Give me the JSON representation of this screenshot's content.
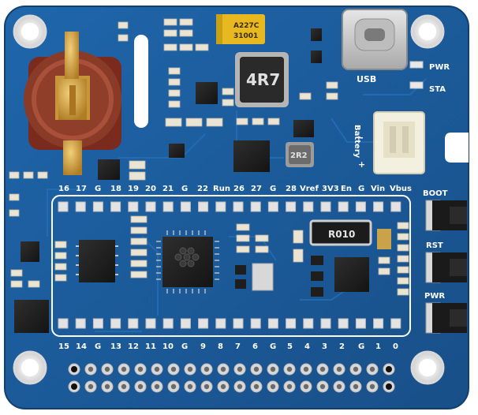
{
  "board": {
    "top_pin_labels": [
      "16",
      "17",
      "G",
      "18",
      "19",
      "20",
      "21",
      "G",
      "22",
      "Run",
      "26",
      "27",
      "G",
      "28",
      "Vref",
      "3V3",
      "En",
      "G",
      "Vin",
      "Vbus"
    ],
    "bottom_pin_labels": [
      "15",
      "14",
      "G",
      "13",
      "12",
      "11",
      "10",
      "G",
      "9",
      "8",
      "7",
      "6",
      "G",
      "5",
      "4",
      "3",
      "2",
      "G",
      "1",
      "0"
    ],
    "buttons": [
      "BOOT",
      "RST",
      "PWR"
    ],
    "status_leds": [
      "PWR",
      "STA"
    ],
    "usb_label": "USB",
    "battery_label": "Battery",
    "battery_polarity": [
      "-",
      "+"
    ],
    "capacitor_marking": [
      "A227C",
      "31001"
    ],
    "inductor_marking": "4R7",
    "small_inductor_marking": "2R2",
    "shunt_marking": "R010",
    "colors": {
      "pcb": "#1a5c9e",
      "gold": "#d6a848",
      "silkscreen": "#ffffff",
      "chip": "#1e1e1e",
      "tantalum": "#e8b820"
    }
  }
}
